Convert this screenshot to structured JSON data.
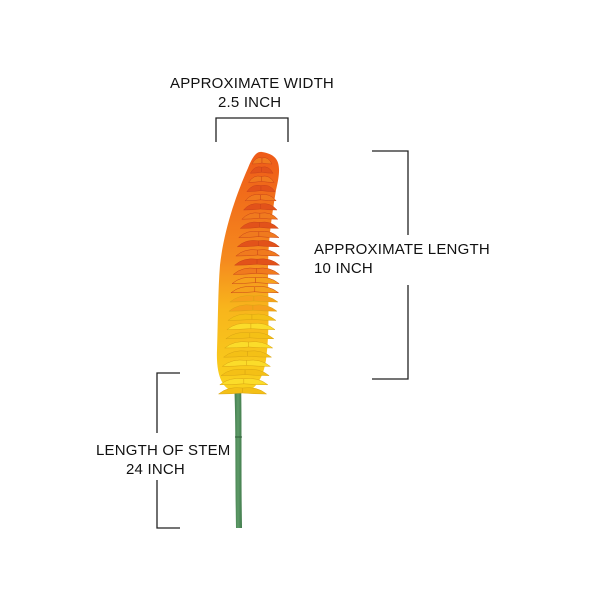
{
  "dimensions": {
    "width": {
      "title": "APPROXIMATE WIDTH",
      "value": "2.5 INCH"
    },
    "length": {
      "title": "APPROXIMATE LENGTH",
      "value": "10 INCH"
    },
    "stem": {
      "title": "LENGTH OF STEM",
      "value": "24 INCH"
    }
  },
  "colors": {
    "flower_orange": "#f06a1a",
    "flower_yellow": "#f7c21a",
    "stem_green": "#4f8a5a",
    "bracket": "#222222"
  },
  "subject": "flower-stem-image"
}
